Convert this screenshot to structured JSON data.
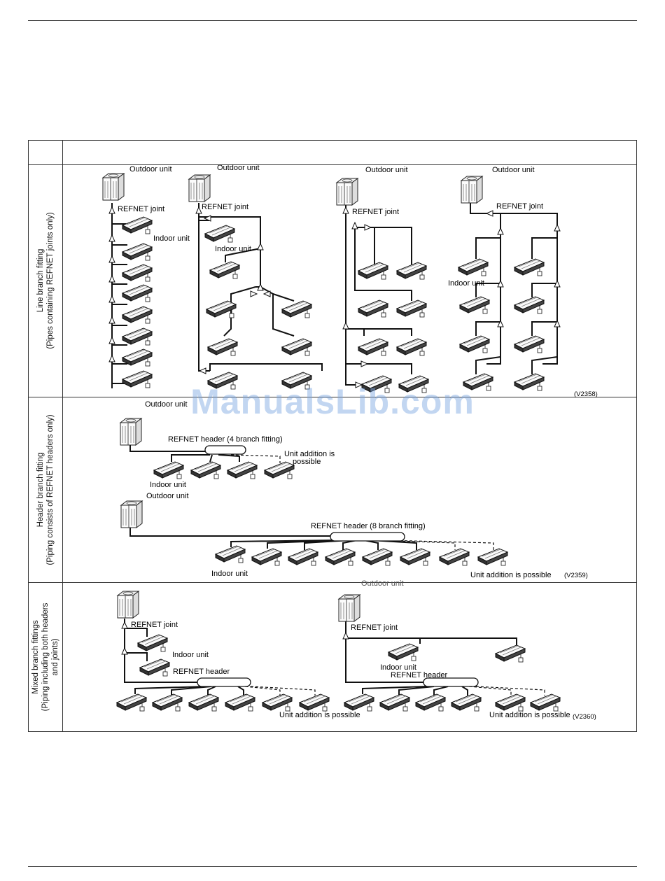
{
  "rows": [
    {
      "title": "Line branch fitting",
      "subtitle": "(Pipes containing REFNET joints only)",
      "code": "(V2358)"
    },
    {
      "title": "Header branch fitting",
      "subtitle": "(Piping consists of REFNET headers only)",
      "code": "(V2359)"
    },
    {
      "title": "Mixed branch fittings",
      "subtitle": "(Piping including both headers",
      "subtitle2": "and joints)",
      "code": "(V2360)"
    }
  ],
  "labels": {
    "outdoor": "Outdoor unit",
    "indoor": "Indoor unit",
    "joint": "REFNET joint",
    "header": "REFNET header",
    "header4": "REFNET header (4 branch fitting)",
    "header8": "REFNET header (8 branch fitting)",
    "addition": "Unit addition is possible",
    "addition_l1": "Unit addition is",
    "addition_l2": "possible",
    "outdoor_cut": "Outdoor unit"
  },
  "watermark": "ManualsLib.com"
}
